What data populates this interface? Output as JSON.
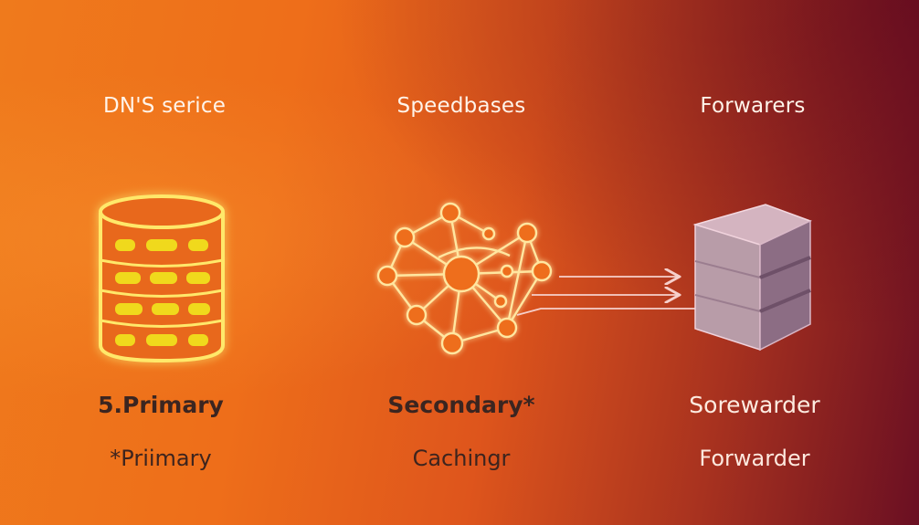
{
  "headers": [
    "DN'S serice",
    "Speedbases",
    "Forwarers"
  ],
  "labels_row1": [
    "5.Primary",
    "Secondary*",
    "Sorewarder"
  ],
  "labels_row2": [
    "*Priimary",
    "Cachingr",
    "Forwarder"
  ],
  "icons": [
    "database-icon",
    "network-nodes-icon",
    "server-cube-icon"
  ],
  "colors": {
    "gradient_left": "#ef7a1c",
    "gradient_right": "#6a0f22",
    "glow": "#ffe86a",
    "database_fill": "#f0d91c",
    "cube": "#b59aa6",
    "arrow": "#f3c9c4"
  }
}
